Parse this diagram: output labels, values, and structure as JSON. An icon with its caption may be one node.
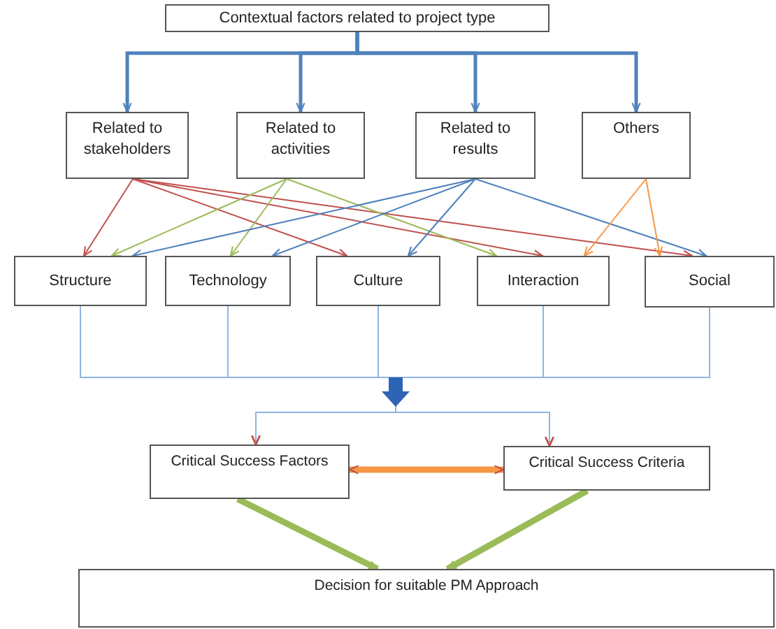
{
  "diagram": {
    "nodes": [
      {
        "text": [
          "Contextual factors related to project type"
        ]
      },
      {
        "text": [
          "Related to stakeholders"
        ]
      },
      {
        "text": [
          "Related to activities"
        ]
      },
      {
        "text": [
          "Related to results"
        ]
      },
      {
        "text": [
          "Others"
        ]
      },
      {
        "text": [
          "Structure"
        ]
      },
      {
        "text": [
          "Technology"
        ]
      },
      {
        "text": [
          "Culture"
        ]
      },
      {
        "text": [
          "Interaction"
        ]
      },
      {
        "text": [
          "Social"
        ]
      },
      {
        "text": [
          "Critical Success Factors"
        ]
      },
      {
        "text": [
          "Critical Success Criteria"
        ]
      },
      {
        "text": [
          "Decision for suitable PM Approach"
        ]
      }
    ],
    "edges": [
      {
        "from": 0,
        "to": 1,
        "arrow": "to",
        "style": "thick",
        "color": "#4f81bd"
      },
      {
        "from": 0,
        "to": 2,
        "arrow": "to",
        "style": "thick",
        "color": "#4f81bd"
      },
      {
        "from": 0,
        "to": 3,
        "arrow": "to",
        "style": "thick",
        "color": "#4f81bd"
      },
      {
        "from": 0,
        "to": 4,
        "arrow": "to",
        "style": "thick",
        "color": "#4f81bd"
      },
      {
        "from": 1,
        "to": 5,
        "arrow": "to",
        "color": "#c0504d"
      },
      {
        "from": 1,
        "to": 7,
        "arrow": "to",
        "color": "#c0504d"
      },
      {
        "from": 1,
        "to": 8,
        "arrow": "to",
        "color": "#c0504d"
      },
      {
        "from": 1,
        "to": 9,
        "arrow": "to",
        "color": "#c0504d"
      },
      {
        "from": 2,
        "to": 5,
        "arrow": "to",
        "color": "#9bbb59"
      },
      {
        "from": 2,
        "to": 6,
        "arrow": "to",
        "color": "#9bbb59"
      },
      {
        "from": 2,
        "to": 8,
        "arrow": "to",
        "color": "#9bbb59"
      },
      {
        "from": 3,
        "to": 5,
        "arrow": "to",
        "color": "#4f81bd"
      },
      {
        "from": 3,
        "to": 6,
        "arrow": "to",
        "color": "#4f81bd"
      },
      {
        "from": 3,
        "to": 7,
        "arrow": "to",
        "color": "#4f81bd"
      },
      {
        "from": 3,
        "to": 9,
        "arrow": "to",
        "color": "#4f81bd"
      },
      {
        "from": 4,
        "to": 8,
        "arrow": "to",
        "color": "#f79646"
      },
      {
        "from": 4,
        "to": 9,
        "arrow": "to",
        "color": "#f79646"
      },
      {
        "from": 5,
        "to": 10,
        "arrow": "to",
        "color": "#8eb4e3"
      },
      {
        "from": 5,
        "to": 11,
        "arrow": "to",
        "color": "#8eb4e3"
      },
      {
        "from": 6,
        "to": 10,
        "arrow": "to",
        "color": "#8eb4e3"
      },
      {
        "from": 6,
        "to": 11,
        "arrow": "to",
        "color": "#8eb4e3"
      },
      {
        "from": 7,
        "to": 10,
        "arrow": "to",
        "color": "#8eb4e3"
      },
      {
        "from": 7,
        "to": 11,
        "arrow": "to",
        "color": "#8eb4e3"
      },
      {
        "from": 8,
        "to": 10,
        "arrow": "to",
        "color": "#8eb4e3"
      },
      {
        "from": 8,
        "to": 11,
        "arrow": "to",
        "color": "#8eb4e3"
      },
      {
        "from": 9,
        "to": 10,
        "arrow": "to",
        "color": "#8eb4e3"
      },
      {
        "from": 9,
        "to": 11,
        "arrow": "to",
        "color": "#8eb4e3"
      },
      {
        "from": 10,
        "to": 11,
        "arrow": "both",
        "style": "thick",
        "color": "#f79646"
      },
      {
        "from": 10,
        "to": 12,
        "arrow": "to",
        "style": "thick",
        "color": "#9bbb59"
      },
      {
        "from": 11,
        "to": 12,
        "arrow": "to",
        "style": "thick",
        "color": "#9bbb59"
      }
    ]
  }
}
